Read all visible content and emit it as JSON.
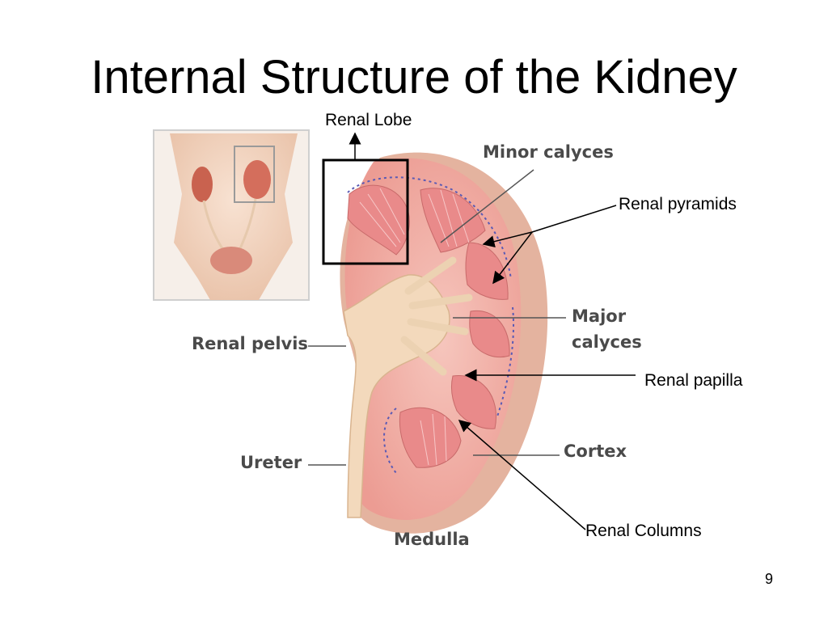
{
  "slide": {
    "title": "Internal Structure of the Kidney",
    "page_number": "9"
  },
  "annotations": {
    "renal_lobe": "Renal Lobe",
    "renal_pyramids": "Renal pyramids",
    "renal_papilla": "Renal papilla",
    "renal_columns": "Renal Columns"
  },
  "image_labels": {
    "minor_calyces": "Minor calyces",
    "major_calyces_line1": "Major",
    "major_calyces_line2": "calyces",
    "renal_pelvis": "Renal pelvis",
    "ureter": "Ureter",
    "cortex": "Cortex",
    "medulla": "Medulla"
  },
  "colors": {
    "cortex": "#f0a8a0",
    "capsule": "#e7b8a5",
    "pyramid": "#e88c8c",
    "pelvis": "#f3d9bc",
    "vein": "#5a5ab4",
    "skin": "#f1d3bd"
  }
}
